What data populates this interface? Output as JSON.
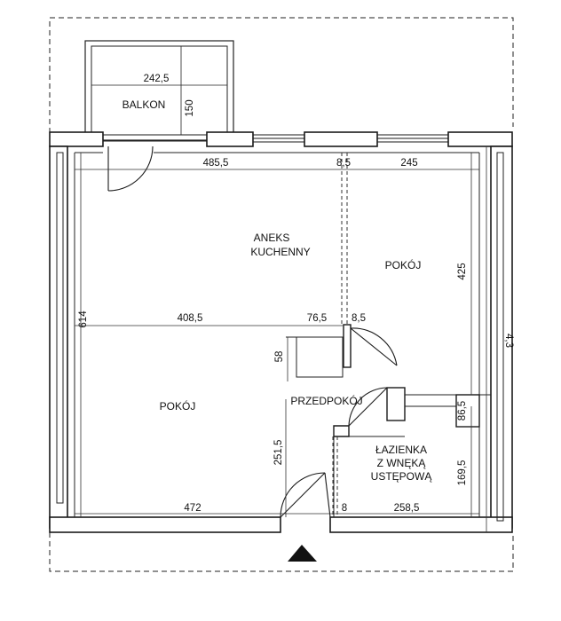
{
  "plan": {
    "rooms": {
      "balcony": "BALKON",
      "kitchen_line1": "ANEKS",
      "kitchen_line2": "KUCHENNY",
      "room_right": "POKÓJ",
      "room_left": "POKÓJ",
      "hall": "PRZEDPOKÓJ",
      "bath_line1": "ŁAZIENKA",
      "bath_line2": "Z WNĘKĄ",
      "bath_line3": "USTĘPOWĄ"
    },
    "dimensions": {
      "balcony_width": "242,5",
      "balcony_depth": "150",
      "top_left": "485,5",
      "top_mid": "8,5",
      "top_right": "245",
      "left_height": "614",
      "right_room_height": "425",
      "right_total": "4,3",
      "mid_left": "408,5",
      "mid_center": "76,5",
      "mid_right": "8,5",
      "cabinet": "58",
      "hall_height": "251,5",
      "bath_upper": "86,5",
      "bath_lower": "169,5",
      "bottom_left": "472",
      "bottom_mid": "8",
      "bottom_right": "258,5"
    },
    "colors": {
      "wall": "#1a1a1a",
      "line": "#222222"
    },
    "entrance_marker": "triangle-arrow"
  }
}
